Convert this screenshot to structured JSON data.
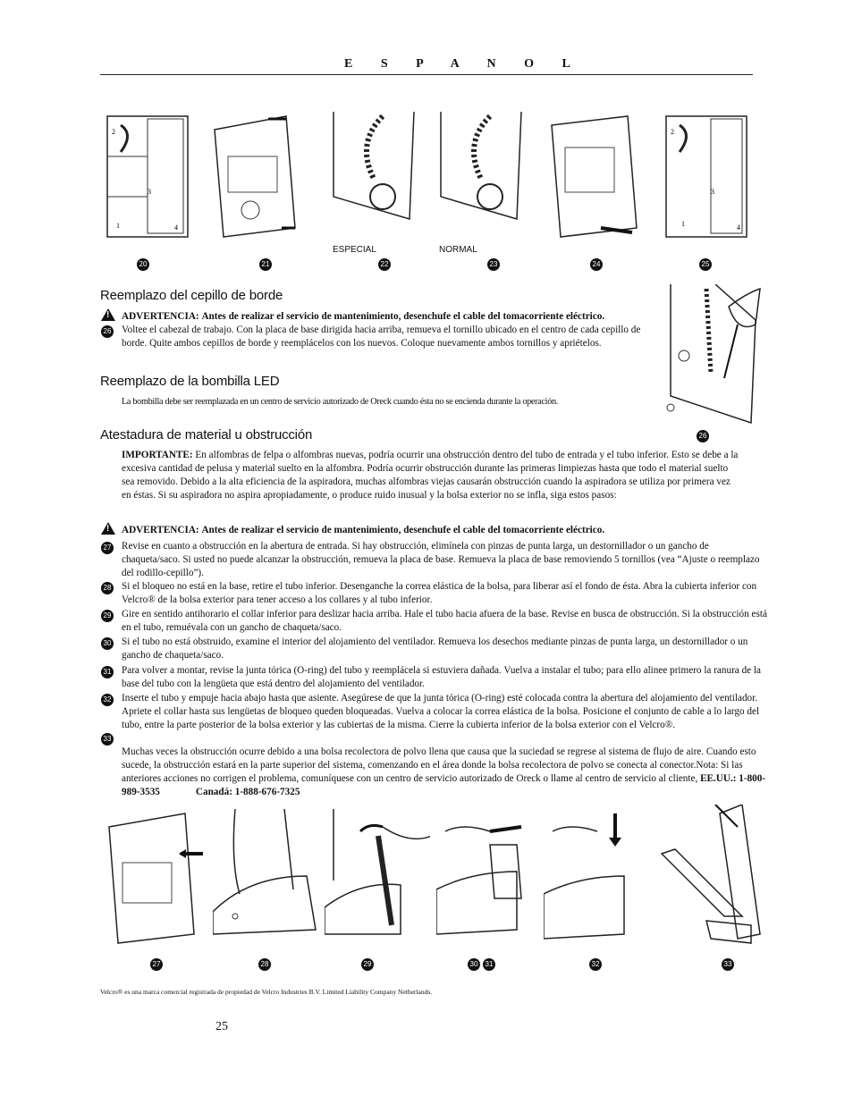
{
  "header": {
    "language": "E S P A N O L"
  },
  "top_figures": {
    "labels": [
      "20",
      "21",
      "22",
      "23",
      "24",
      "25"
    ],
    "captions": {
      "especial": "ESPECIAL",
      "normal": "NORMAL"
    }
  },
  "section_edge_brush": {
    "title": "Reemplazo del cepillo de borde",
    "warning_label": "ADVERTENCIA:",
    "warning_text": "Antes de realizar el servicio de mantenimiento, desenchufe el cable del tomacorriente eléctrico.",
    "step_num": "26",
    "step_text": "Voltee el cabezal de trabajo. Con la placa de base dirigida hacia arriba, remueva el tornillo ubicado en el centro de cada cepillo de borde. Quite ambos cepillos de borde y reemplácelos con los nuevos. Coloque nuevamente ambos tornillos y apriételos.",
    "figure_label": "26"
  },
  "section_led": {
    "title": "Reemplazo de la bombilla LED",
    "text": "La bombilla debe ser reemplazada en un centro de servicio autorizado de Oreck cuando ésta no se encienda durante la operación."
  },
  "section_obstruction": {
    "title": "Atestadura de material u obstrucción",
    "important_label": "IMPORTANTE:",
    "important_text": "En alfombras de felpa o alfombras nuevas, podría ocurrir una obstrucción dentro del tubo de entrada y el tubo inferior. Esto se debe a la excesiva cantidad de pelusa y material suelto en la alfombra. Podría ocurrir obstrucción durante las primeras limpiezas hasta que todo el material suelto sea removido. Debido a la alta eficiencia de la aspiradora, muchas alfombras viejas causarán obstrucción cuando la aspiradora se utiliza por primera vez en éstas. Si su aspiradora no aspira apropiadamente, o produce ruido inusual y la bolsa exterior no se infla, siga estos pasos:",
    "warning_label": "ADVERTENCIA:",
    "warning_text": "Antes de realizar el servicio de mantenimiento, desenchufe el cable del tomacorriente eléctrico.",
    "steps": [
      {
        "num": "27",
        "text": "Revise en cuanto a obstrucción en la abertura de entrada. Si hay obstrucción, elimínela con pinzas de punta larga, un destornillador o un gancho de chaqueta/saco. Si usted no puede alcanzar la obstrucción, remueva la placa de base. Remueva la placa de base removiendo 5 tornillos (vea “Ajuste o reemplazo del rodillo-cepillo”)."
      },
      {
        "num": "28",
        "text": "Si el bloqueo no está en la base, retire el tubo inferior. Desenganche la correa elástica de la bolsa, para liberar así el fondo de ésta. Abra la cubierta inferior con Velcro® de la bolsa exterior para tener acceso a los collares y al tubo inferior."
      },
      {
        "num": "29",
        "text": "Gire en sentido antihorario el collar inferior para deslizar hacia arriba. Hale el tubo hacia afuera de la base. Revise en busca de obstrucción. Si la obstrucción está en el tubo, remuévala con un gancho de chaqueta/saco."
      },
      {
        "num": "30",
        "text": "Si el tubo no está obstruido, examine el interior del alojamiento del ventilador. Remueva los desechos mediante pinzas de punta larga, un destornillador o un gancho de chaqueta/saco."
      },
      {
        "num": "31",
        "text": "Para volver a montar, revise la junta tórica (O-ring) del tubo y reemplácela si estuviera dañada. Vuelva a instalar el tubo; para ello alinee primero la ranura de la base del tubo con la lengüeta que está dentro del alojamiento del ventilador."
      },
      {
        "num": "32",
        "text": "Inserte el tubo y empuje hacia abajo hasta que asiente. Asegúrese de que la junta tórica (O-ring) esté colocada contra la abertura del alojamiento del ventilador. Apriete el collar hasta sus lengüetas de bloqueo queden bloqueadas. Vuelva a colocar la correa elástica de la bolsa. Posicione el conjunto de cable a lo largo del tubo, entre la parte posterior de la bolsa exterior y las cubiertas de la misma. Cierre la cubierta inferior de la bolsa exterior con el Velcro®."
      },
      {
        "num": "33",
        "text": "Muchas veces la obstrucción ocurre debido a una bolsa recolectora de polvo llena que causa que la suciedad se regrese al sistema de flujo de aire. Cuando esto sucede, la obstrucción estará en la parte superior del sistema, comenzando en el área donde la bolsa recolectora de polvo se conecta al conector.Nota: Si las anteriores acciones no corrigen el problema, comuníquese con un centro de servicio autorizado de Oreck o llame al centro de servicio al cliente,"
      }
    ],
    "phone_us": "EE.UU.: 1-800-989-3535",
    "phone_ca": "Canadá: 1-888-676-7325"
  },
  "bottom_figures": {
    "labels": [
      "27",
      "28",
      "29",
      "30",
      "31",
      "32",
      "33"
    ]
  },
  "footnote": "Velcro® es una marca comercial registrada de propiedad de Velcro Industries B.V. Limited Liability Company Netherlands.",
  "page_number": "25"
}
